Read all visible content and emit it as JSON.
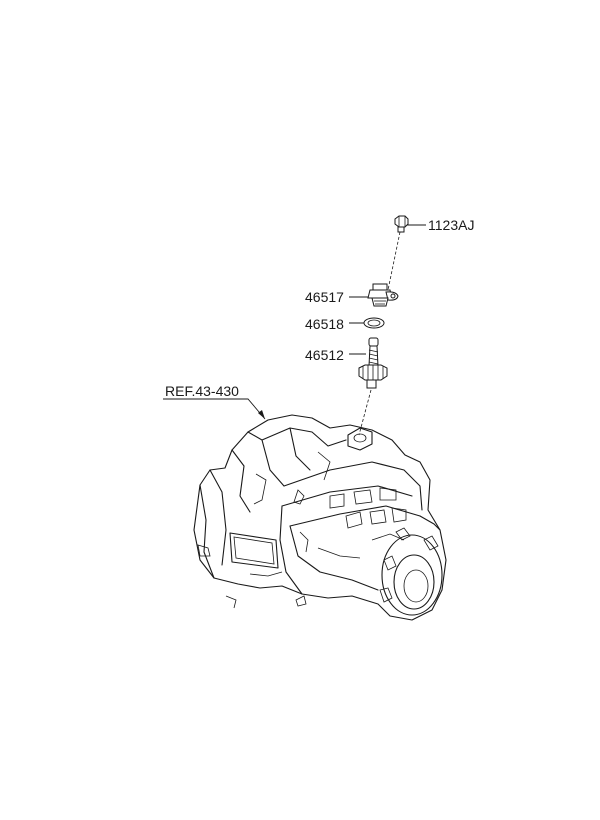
{
  "parts": [
    {
      "id": "bolt",
      "label": "1123AJ"
    },
    {
      "id": "speedometer-sensor",
      "label": "46517"
    },
    {
      "id": "o-ring",
      "label": "46518"
    },
    {
      "id": "driven-gear",
      "label": "46512"
    }
  ],
  "reference": {
    "label": "REF.43-430"
  }
}
